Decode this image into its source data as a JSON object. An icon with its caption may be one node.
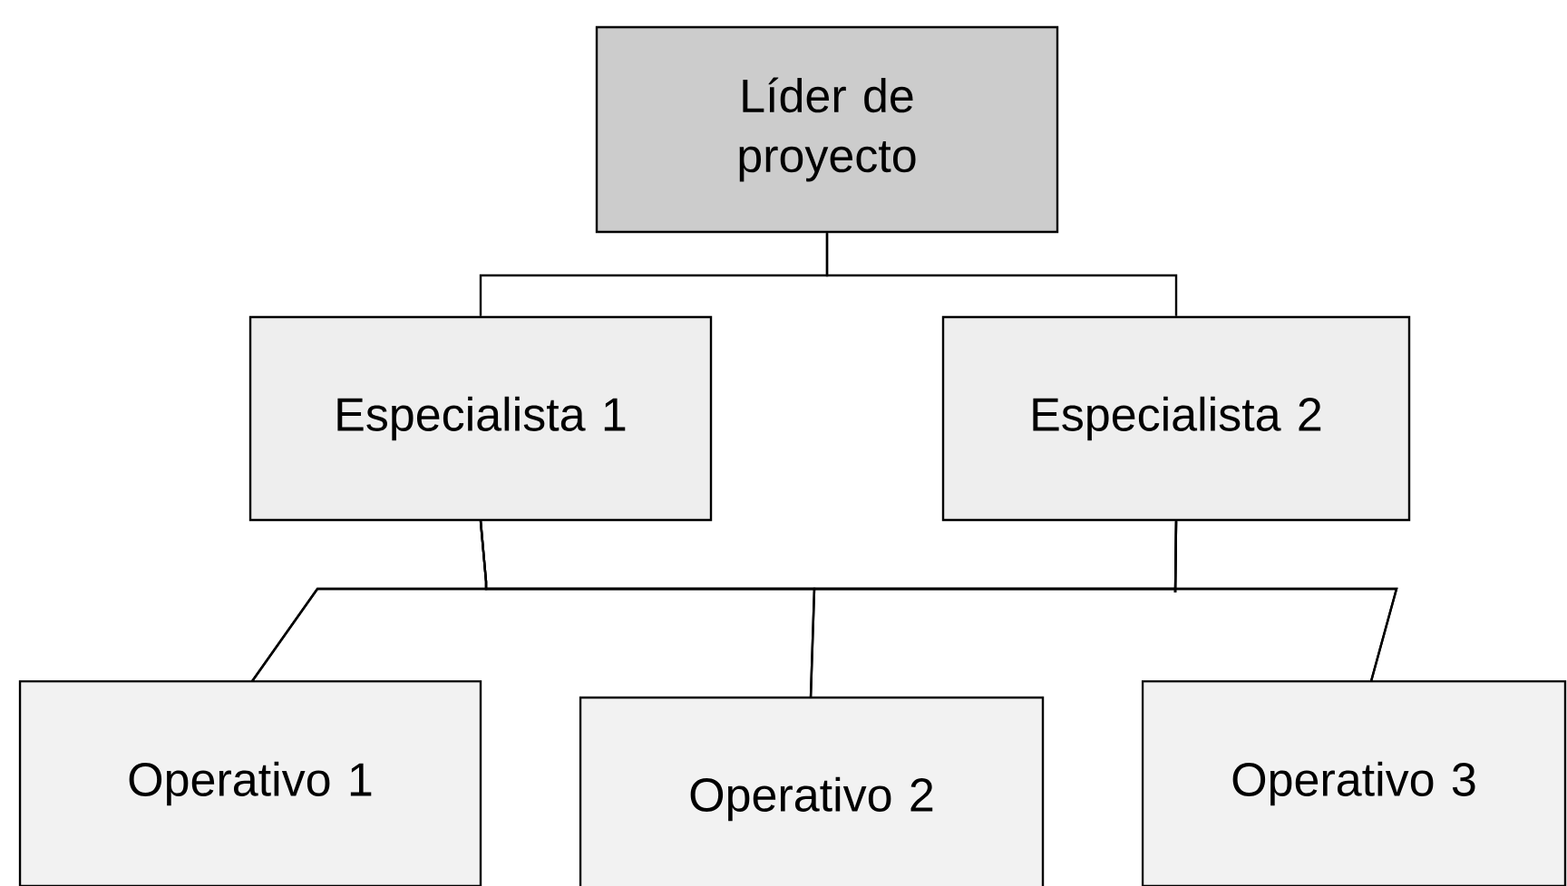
{
  "diagram": {
    "nodes": [
      {
        "text": [
          "Líder de proyecto"
        ]
      },
      {
        "text": [
          "Especialista 1"
        ]
      },
      {
        "text": [
          "Especialista 2"
        ]
      },
      {
        "text": [
          "Operativo 1"
        ]
      },
      {
        "text": [
          "Operativo 2"
        ]
      },
      {
        "text": [
          "Operativo 3"
        ]
      }
    ],
    "edges": [
      {
        "from": 0,
        "to": 1,
        "arrow": "none"
      },
      {
        "from": 0,
        "to": 2,
        "arrow": "none"
      },
      {
        "from": 1,
        "to": 3,
        "arrow": "none"
      },
      {
        "from": 1,
        "to": 4,
        "arrow": "none"
      },
      {
        "from": 1,
        "to": 5,
        "arrow": "none"
      },
      {
        "from": 2,
        "to": 3,
        "arrow": "none"
      },
      {
        "from": 2,
        "to": 4,
        "arrow": "none"
      },
      {
        "from": 2,
        "to": 5,
        "arrow": "none"
      }
    ]
  }
}
